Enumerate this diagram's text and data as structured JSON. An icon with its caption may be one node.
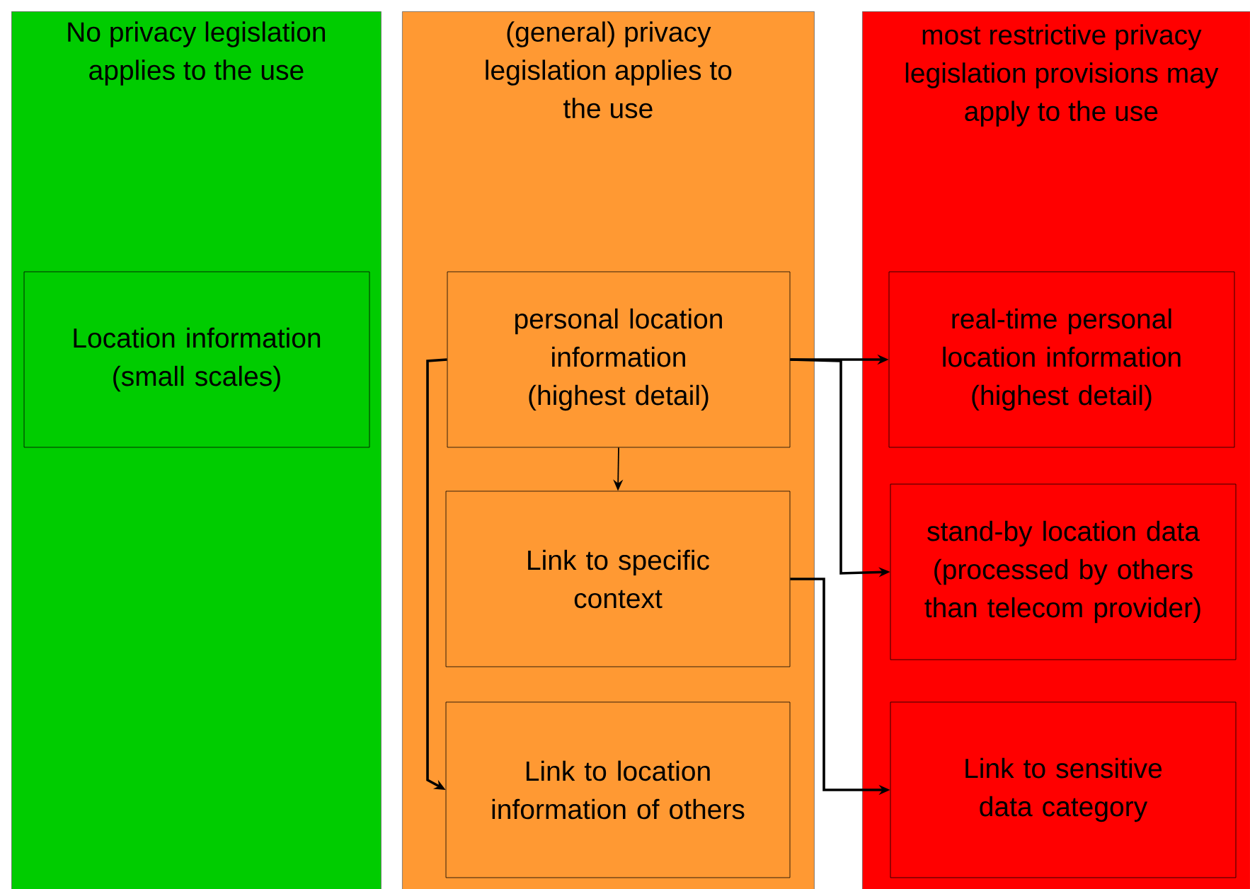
{
  "diagram": {
    "nodes": [
      {
        "text": [
          "No privacy legislation applies to the use"
        ]
      },
      {
        "text": [
          "Location information (small scales)"
        ],
        "in": 0
      },
      {
        "text": [
          "(general) privacy legislation applies to the use"
        ]
      },
      {
        "text": [
          "personal location information (highest detail)"
        ],
        "in": 2
      },
      {
        "text": [
          "Link to specific context"
        ],
        "in": 2
      },
      {
        "text": [
          "Link to location information of others"
        ],
        "in": 2
      },
      {
        "text": [
          "most restrictive privacy legislation provisions may apply to the use"
        ]
      },
      {
        "text": [
          "real-time personal location information (highest detail)"
        ],
        "in": 6
      },
      {
        "text": [
          "stand-by location data (processed by others than telecom provider)"
        ],
        "in": 6
      },
      {
        "text": [
          "Link to sensitive data category"
        ],
        "in": 6
      }
    ],
    "edges": [
      {
        "from": 3,
        "to": 4,
        "arrow": "to"
      },
      {
        "from": 3,
        "to": 5,
        "arrow": "to"
      },
      {
        "from": 3,
        "to": 7,
        "arrow": "to"
      },
      {
        "from": 3,
        "to": 8,
        "arrow": "to"
      },
      {
        "from": 4,
        "to": 9,
        "arrow": "to"
      }
    ]
  }
}
